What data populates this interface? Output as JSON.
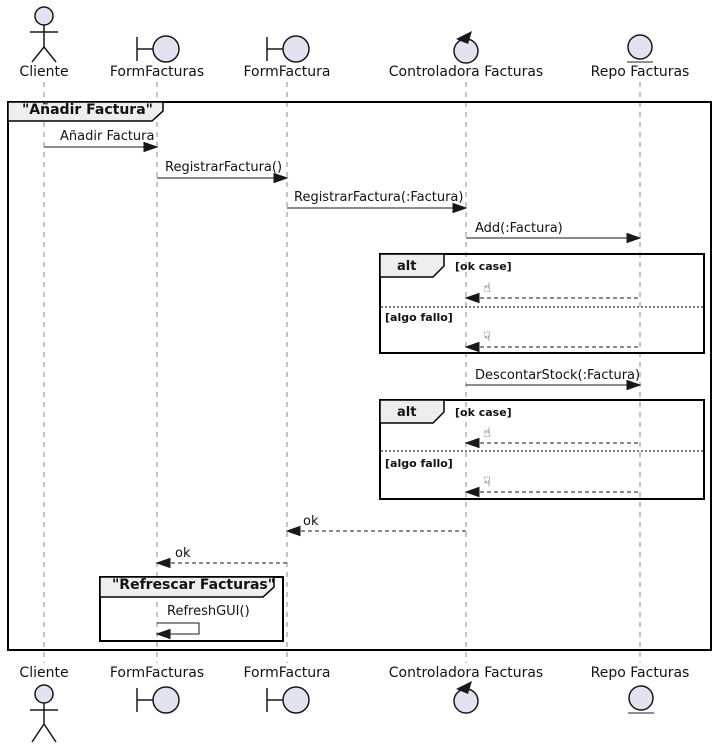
{
  "participants": [
    {
      "label": "Cliente",
      "type": "actor"
    },
    {
      "label": "FormFacturas",
      "type": "boundary"
    },
    {
      "label": "FormFactura",
      "type": "boundary"
    },
    {
      "label": "Controladora Facturas",
      "type": "control"
    },
    {
      "label": "Repo Facturas",
      "type": "entity"
    }
  ],
  "frames": {
    "main_title": "\"Añadir Factura\"",
    "refresh_title": "\"Refrescar Facturas\""
  },
  "alt_blocks": [
    {
      "operator": "alt",
      "guard_ok": "[ok case]",
      "guard_fail": "[algo fallo]",
      "ok_icon": "☝",
      "fail_icon": "☟"
    },
    {
      "operator": "alt",
      "guard_ok": "[ok case]",
      "guard_fail": "[algo fallo]",
      "ok_icon": "☝",
      "fail_icon": "☟"
    }
  ],
  "messages": {
    "anadir_factura": "Añadir Factura",
    "registrar_factura": "RegistrarFactura()",
    "registrar_factura_param": "RegistrarFactura(:Factura)",
    "add_factura": "Add(:Factura)",
    "descontar_stock": "DescontarStock(:Factura)",
    "ok_reply_1": "ok",
    "ok_reply_2": "ok",
    "refresh_gui": "RefreshGUI()"
  },
  "colors": {
    "participant_fill": "#E2E2F0",
    "stroke": "#181818",
    "frame_tab_fill": "#EEEEEE",
    "lifeline": "#8a8a8a"
  }
}
